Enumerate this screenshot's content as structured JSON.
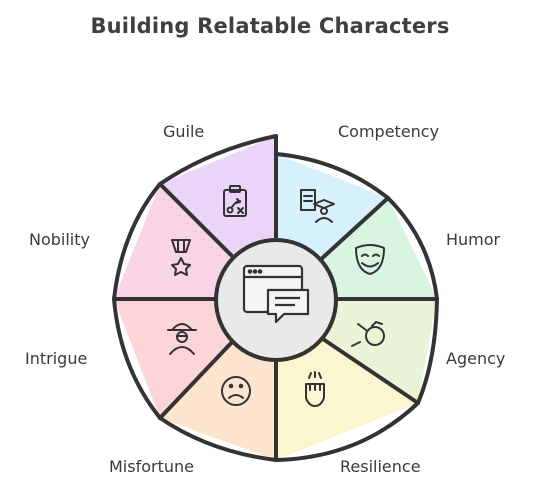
{
  "title": "Building Relatable Characters",
  "center": {
    "icon": "browser-window-chat-icon"
  },
  "segments": [
    {
      "label": "Competency",
      "color": "#d6f1fb",
      "icon": "document-graduate-icon"
    },
    {
      "label": "Humor",
      "color": "#d8f5e2",
      "icon": "smiling-mask-icon"
    },
    {
      "label": "Agency",
      "color": "#e9f5d6",
      "icon": "fist-hand-icon"
    },
    {
      "label": "Resilience",
      "color": "#fbf6cf",
      "icon": "raised-fist-icon"
    },
    {
      "label": "Misfortune",
      "color": "#fde4cf",
      "icon": "sad-face-icon"
    },
    {
      "label": "Intrigue",
      "color": "#fdd5d8",
      "icon": "spy-icon"
    },
    {
      "label": "Nobility",
      "color": "#f9d4e6",
      "icon": "medal-icon"
    },
    {
      "label": "Guile",
      "color": "#ead4f7",
      "icon": "strategy-clipboard-icon"
    }
  ]
}
